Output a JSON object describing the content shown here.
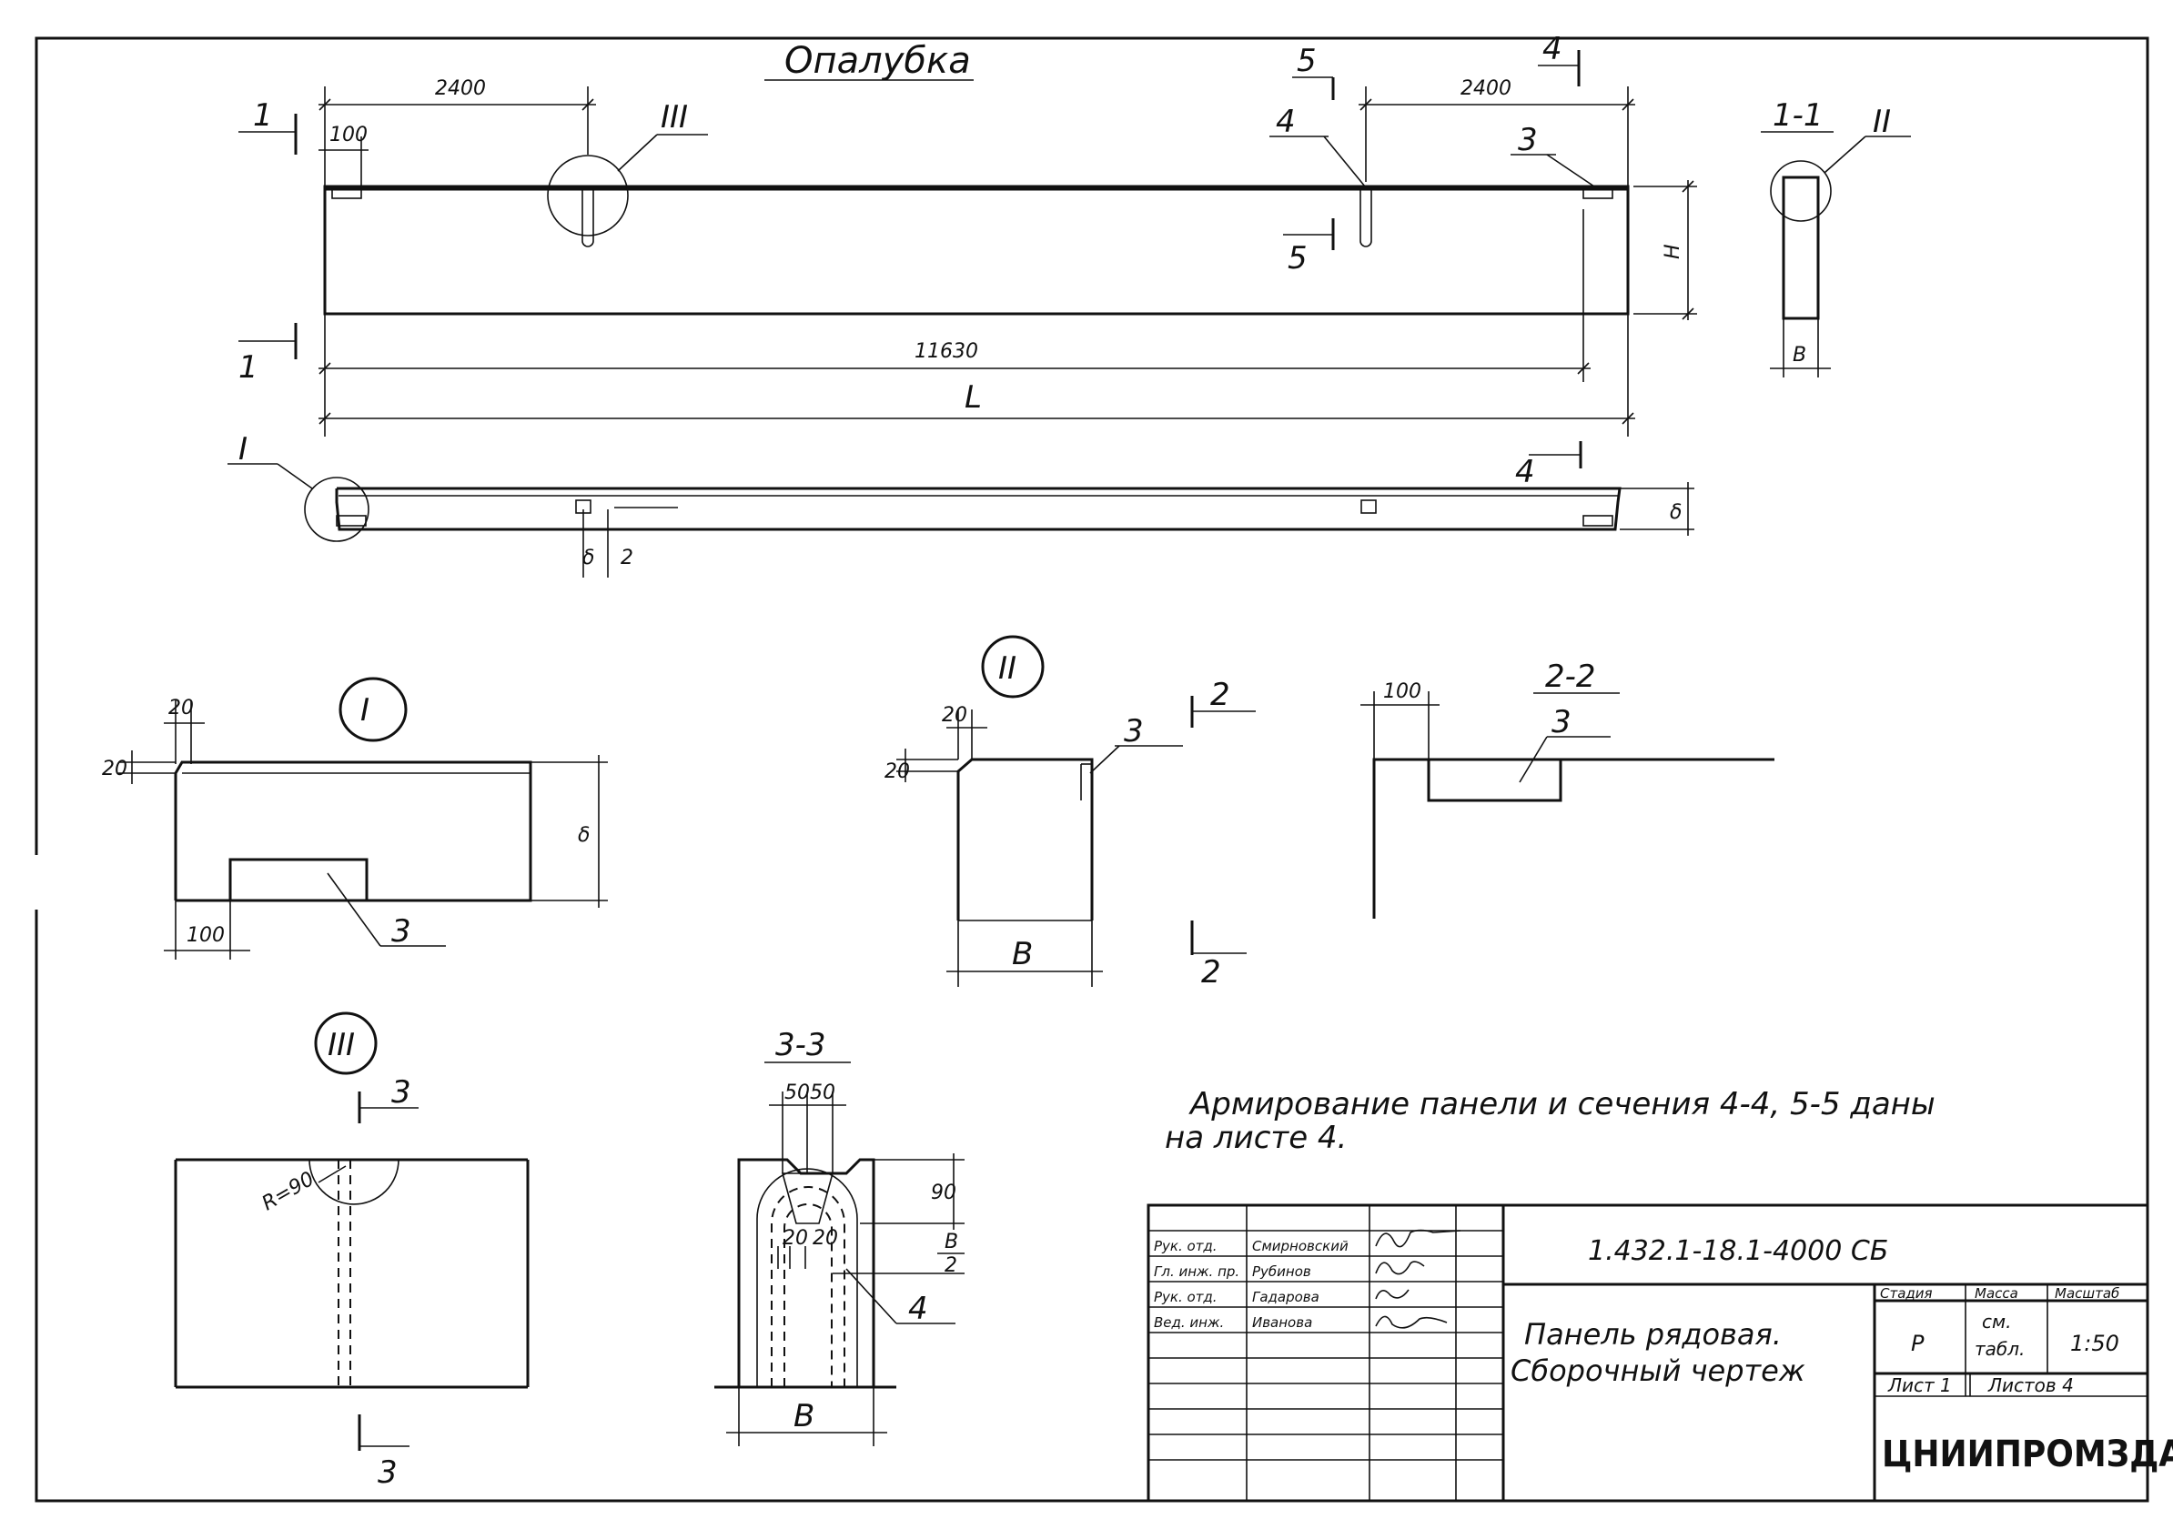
{
  "title": "Опалубка",
  "views": {
    "main": {
      "dim_left": "2400",
      "dim_right": "2400",
      "dim_edge": "100",
      "dim_inner": "11630",
      "dim_total": "L",
      "dim_height": "Н",
      "cut_1": "1",
      "cut_4": "4",
      "cut_5": "5",
      "callout_3": "3",
      "callout_4": "4",
      "detail_ref": "III"
    },
    "plan": {
      "detail_ref": "I",
      "dim_thickness": "δ",
      "dim_half_a": "δ",
      "dim_half_b": "2",
      "cut_4": "4"
    },
    "section_1_1": {
      "label": "1-1",
      "detail_ref": "II",
      "dim_width": "B"
    },
    "detail_I": {
      "label": "I",
      "dim_20a": "20",
      "dim_20b": "20",
      "dim_100": "100",
      "dim_thickness": "δ",
      "callout": "3"
    },
    "detail_II": {
      "label": "II",
      "dim_20a": "20",
      "dim_20b": "20",
      "dim_width": "B",
      "callout": "3",
      "cut": "2"
    },
    "section_2_2": {
      "label": "2-2",
      "dim_100": "100",
      "callout": "3"
    },
    "detail_III": {
      "label": "III",
      "radius": "R=90",
      "cut": "3"
    },
    "section_3_3": {
      "label": "3-3",
      "dim_50a": "50",
      "dim_50b": "50",
      "dim_90": "90",
      "dim_20a": "20",
      "dim_20b": "20",
      "frac_top": "В",
      "frac_bot": "2",
      "callout": "4",
      "dim_width": "B"
    }
  },
  "note": {
    "line1": "Армирование  панели  и  сечения  4-4, 5-5  даны",
    "line2": "на  листе  4."
  },
  "title_block": {
    "code": "1.432.1-18.1-4000 СБ",
    "name_line1": "Панель  рядовая.",
    "name_line2": "Сборочный  чертеж",
    "roles": [
      "Рук. отд.",
      "Гл. инж. пр.",
      "Рук. отд.",
      "Вед. инж."
    ],
    "names": [
      "Смирновский",
      "Рубинов",
      "Гадарова",
      "Иванова"
    ],
    "col_stage": "Стадия",
    "col_mass": "Масса",
    "col_scale": "Масштаб",
    "stage": "Р",
    "mass_line1": "см.",
    "mass_line2": "табл.",
    "scale": "1:50",
    "sheet": "Лист 1",
    "sheets": "Листов 4",
    "org": "ЦНИИПРОМЗДАНИЙ"
  }
}
